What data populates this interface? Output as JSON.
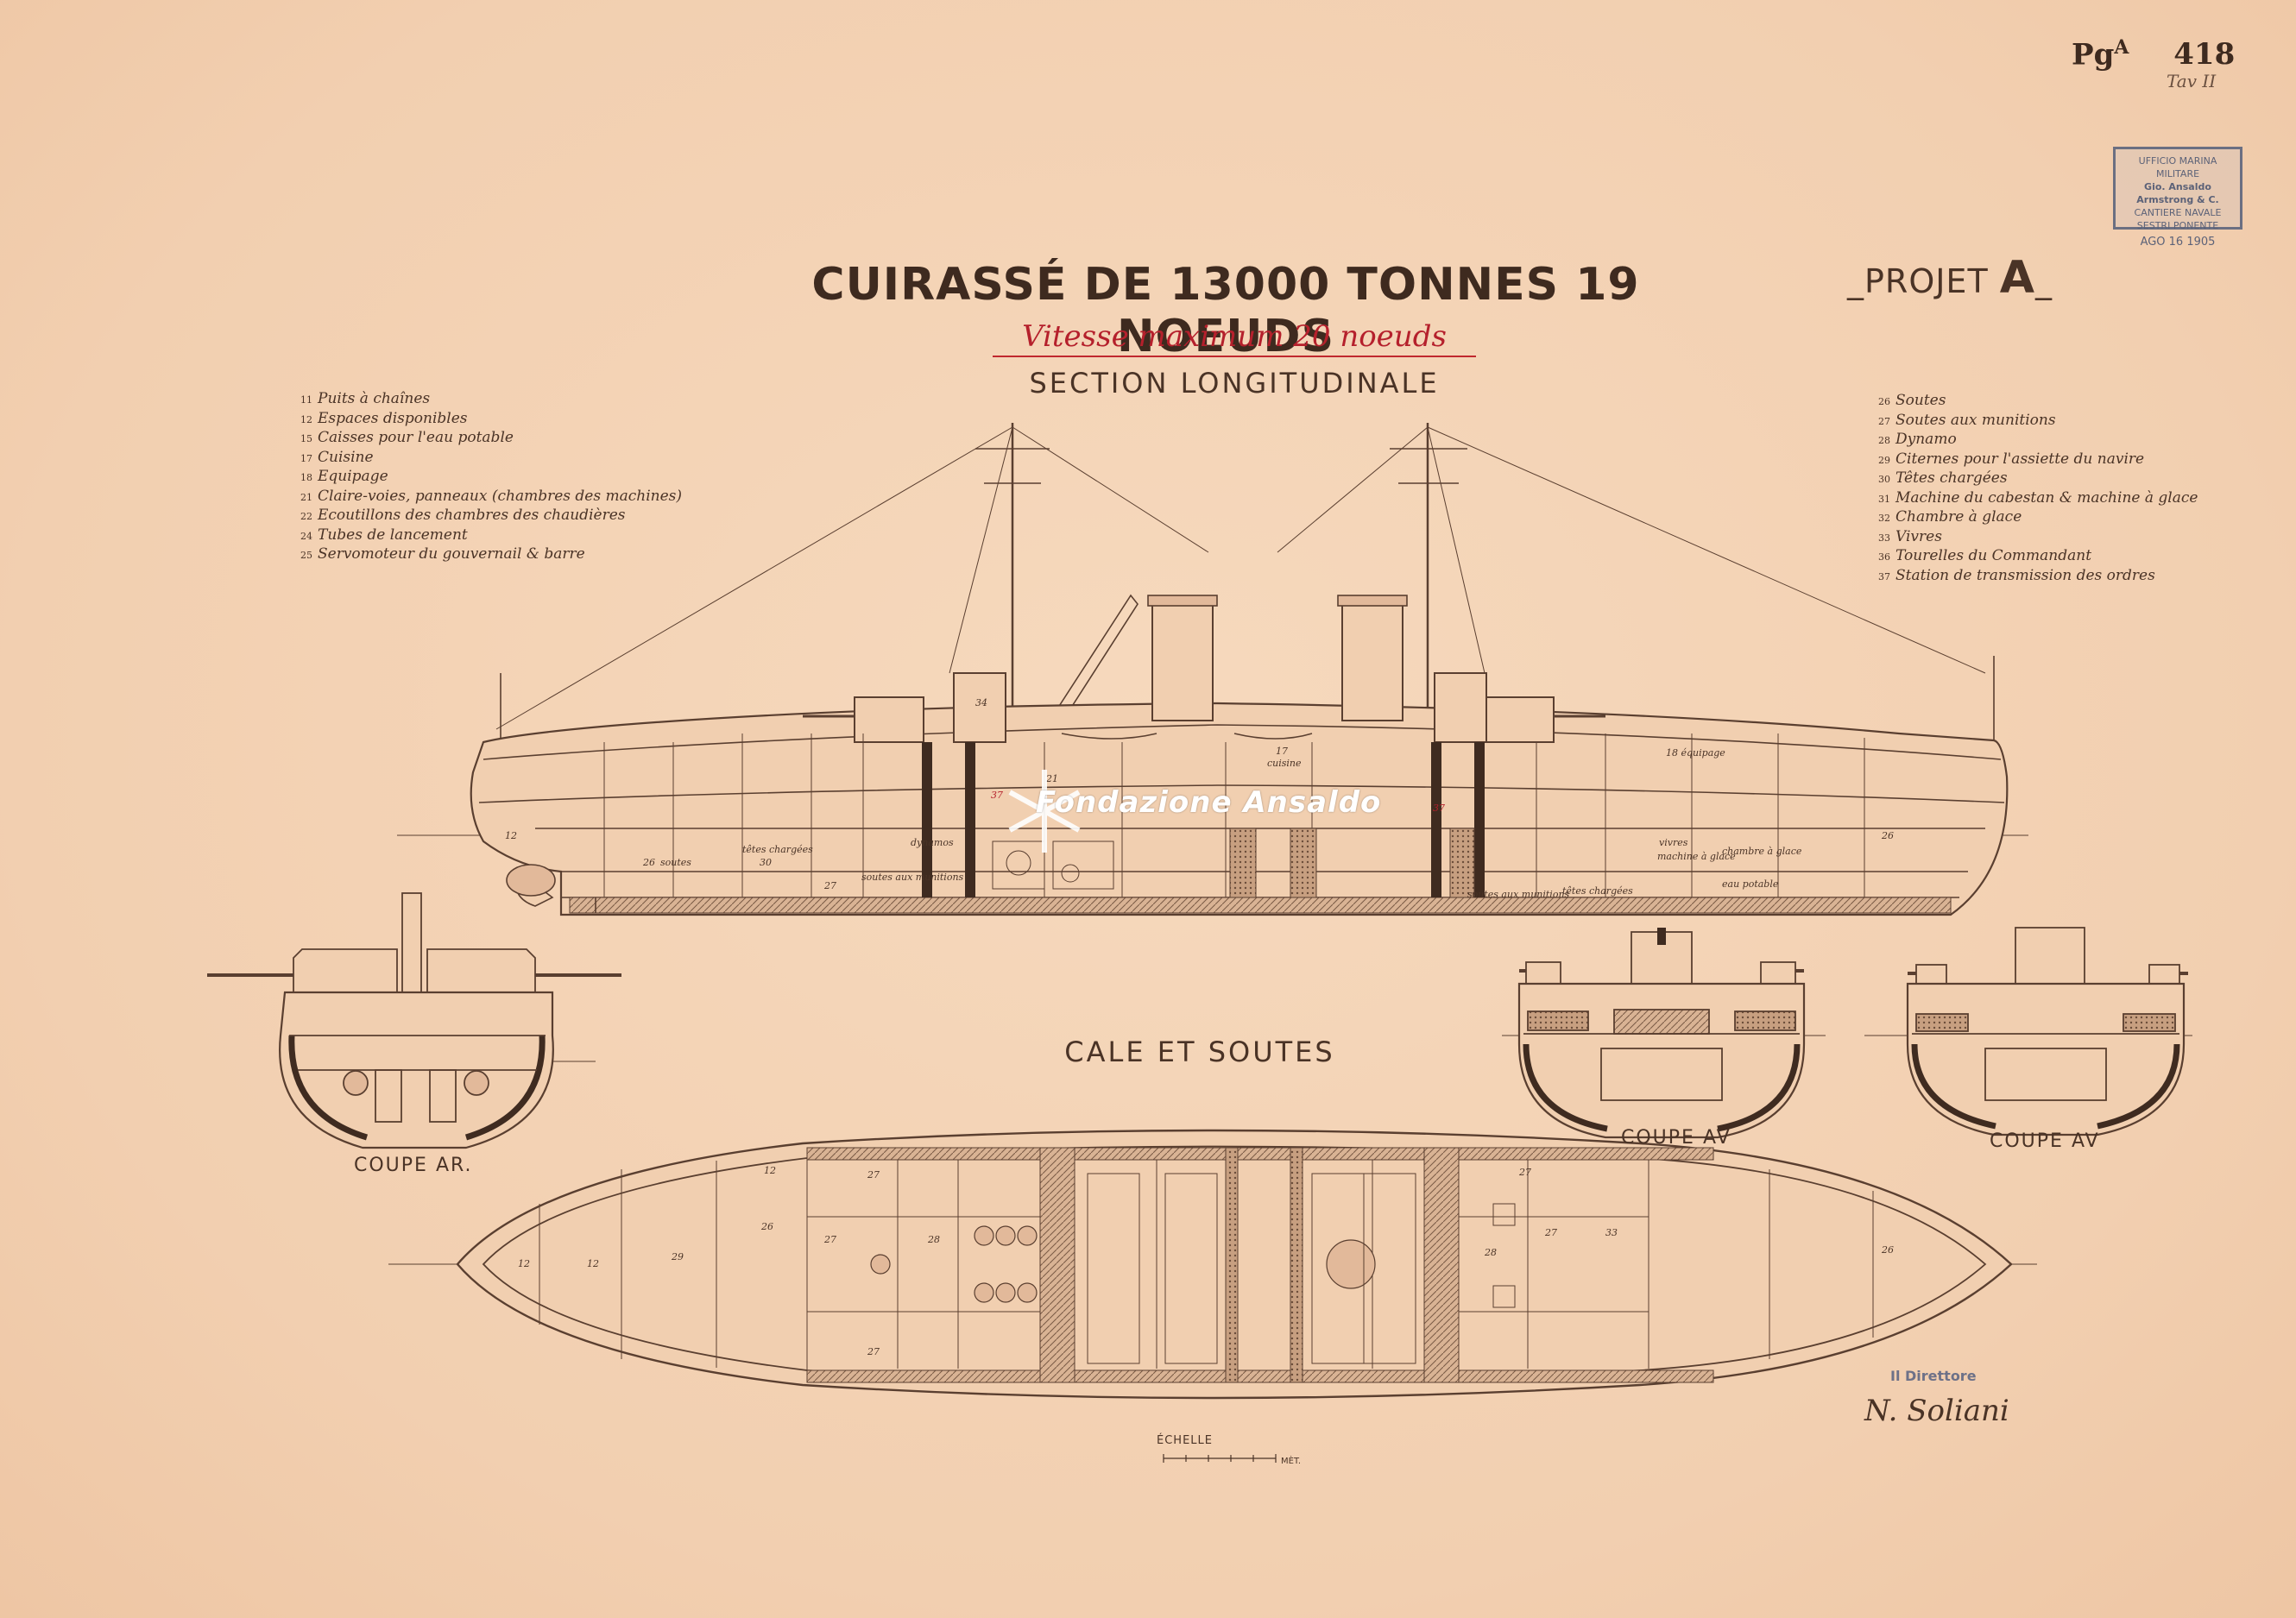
{
  "header": {
    "ref_main": "Pg",
    "ref_sup": "A",
    "ref_number": "418",
    "tav": "Tav II"
  },
  "stamp": {
    "line1": "UFFICIO MARINA MILITARE",
    "line2": "Gio. Ansaldo Armstrong & C.",
    "line3": "CANTIERE NAVALE",
    "line4": "SESTRI PONENTE",
    "date": "AGO 16 1905"
  },
  "title": {
    "main": "CUIRASSÉ DE 13000 TONNES 19 NOEUDS",
    "projet_label": "PROJET",
    "projet_letter": "A",
    "vitesse": "Vitesse maximum 20 noeuds",
    "section": "SECTION LONGITUDINALE"
  },
  "legend_left": [
    {
      "num": "11",
      "text": "Puits à chaînes"
    },
    {
      "num": "12",
      "text": "Espaces disponibles"
    },
    {
      "num": "15",
      "text": "Caisses pour l'eau potable"
    },
    {
      "num": "17",
      "text": "Cuisine"
    },
    {
      "num": "18",
      "text": "Equipage"
    },
    {
      "num": "21",
      "text": "Claire-voies, panneaux (chambres des machines)"
    },
    {
      "num": "22",
      "text": "Ecoutillons des chambres des chaudières"
    },
    {
      "num": "24",
      "text": "Tubes de lancement"
    },
    {
      "num": "25",
      "text": "Servomoteur du gouvernail & barre"
    }
  ],
  "legend_right": [
    {
      "num": "26",
      "text": "Soutes"
    },
    {
      "num": "27",
      "text": "Soutes aux munitions"
    },
    {
      "num": "28",
      "text": "Dynamo"
    },
    {
      "num": "29",
      "text": "Citernes pour l'assiette du navire"
    },
    {
      "num": "30",
      "text": "Têtes chargées"
    },
    {
      "num": "31",
      "text": "Machine du cabestan & machine à glace"
    },
    {
      "num": "32",
      "text": "Chambre à glace"
    },
    {
      "num": "33",
      "text": "Vivres"
    },
    {
      "num": "36",
      "text": "Tourelles du Commandant"
    },
    {
      "num": "37",
      "text": "Station de transmission des ordres"
    }
  ],
  "profile_labels": [
    {
      "id": "l1",
      "text": "12"
    },
    {
      "id": "l2",
      "text": "26"
    },
    {
      "id": "l3",
      "text": "soutes"
    },
    {
      "id": "l4",
      "text": "têtes chargées"
    },
    {
      "id": "l5",
      "text": "30"
    },
    {
      "id": "l6",
      "text": "27"
    },
    {
      "id": "l7",
      "text": "dynamos"
    },
    {
      "id": "l8",
      "text": "soutes aux munitions"
    },
    {
      "id": "l9",
      "text": "21"
    },
    {
      "id": "l10",
      "text": "17"
    },
    {
      "id": "l11",
      "text": "cuisine"
    },
    {
      "id": "l12",
      "text": "18 équipage"
    },
    {
      "id": "l13",
      "text": "soutes aux munitions"
    },
    {
      "id": "l14",
      "text": "têtes chargées"
    },
    {
      "id": "l15",
      "text": "vivres"
    },
    {
      "id": "l16",
      "text": "machine à glace"
    },
    {
      "id": "l17",
      "text": "chambre à glace"
    },
    {
      "id": "l18",
      "text": "eau potable"
    },
    {
      "id": "l19",
      "text": "37"
    },
    {
      "id": "l20",
      "text": "37"
    },
    {
      "id": "l21",
      "text": "34"
    },
    {
      "id": "l22",
      "text": "26"
    }
  ],
  "plan_labels": [
    {
      "id": "p1",
      "text": "12"
    },
    {
      "id": "p2",
      "text": "12"
    },
    {
      "id": "p3",
      "text": "29"
    },
    {
      "id": "p4",
      "text": "26"
    },
    {
      "id": "p5",
      "text": "27"
    },
    {
      "id": "p6",
      "text": "27"
    },
    {
      "id": "p7",
      "text": "28"
    },
    {
      "id": "p8",
      "text": "27"
    },
    {
      "id": "p9",
      "text": "28"
    },
    {
      "id": "p10",
      "text": "27"
    },
    {
      "id": "p11",
      "text": "33"
    },
    {
      "id": "p12",
      "text": "26"
    },
    {
      "id": "p13",
      "text": "12"
    },
    {
      "id": "p14",
      "text": "27"
    }
  ],
  "captions": {
    "coupe_ar": "COUPE AR.",
    "coupe_av_1": "COUPE AV",
    "coupe_av_2": "COUPE AV",
    "cale": "CALE ET SOUTES",
    "echelle": "ÉCHELLE",
    "metres": "MÈT.",
    "direttore": "Il Direttore",
    "signature": "N. Soliani"
  },
  "watermark": {
    "text": "Fondazione Ansaldo"
  },
  "colors": {
    "paper": "#f3d3b6",
    "ink": "#4a3326",
    "red_ink": "#b5202c",
    "stamp": "#6b6f82"
  }
}
